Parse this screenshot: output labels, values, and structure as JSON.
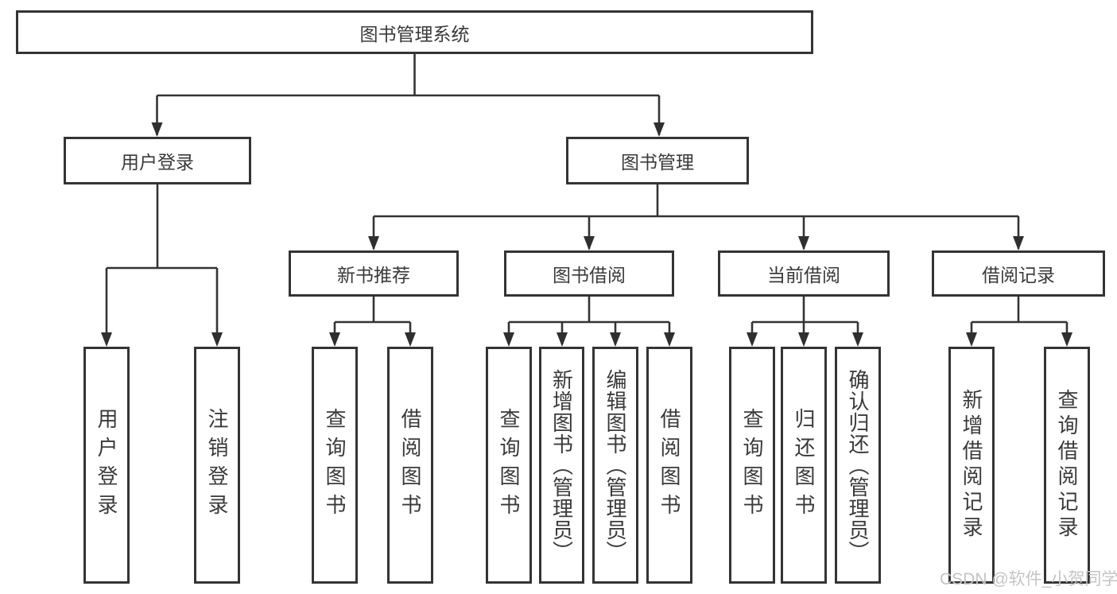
{
  "diagram_title": "图书管理系统",
  "tree": {
    "label": "图书管理系统",
    "children": [
      {
        "label": "用户登录",
        "children": [
          {
            "label": "用户登录"
          },
          {
            "label": "注销登录"
          }
        ]
      },
      {
        "label": "图书管理",
        "children": [
          {
            "label": "新书推荐",
            "children": [
              {
                "label": "查询图书"
              },
              {
                "label": "借阅图书"
              }
            ]
          },
          {
            "label": "图书借阅",
            "children": [
              {
                "label": "查询图书"
              },
              {
                "label": "新增图书（管理员）"
              },
              {
                "label": "编辑图书（管理员）"
              },
              {
                "label": "借阅图书"
              }
            ]
          },
          {
            "label": "当前借阅",
            "children": [
              {
                "label": "查询图书"
              },
              {
                "label": "归还图书"
              },
              {
                "label": "确认归还（管理员）"
              }
            ]
          },
          {
            "label": "借阅记录",
            "children": [
              {
                "label": "新增借阅记录"
              },
              {
                "label": "查询借阅记录"
              }
            ]
          }
        ]
      }
    ]
  },
  "watermark": {
    "text": "CSDN @软件_小贺同学"
  },
  "colors": {
    "line": "#343434",
    "box_border": "#343434",
    "text": "#3a3a3a",
    "background": "#ffffff",
    "watermark": "#c4c4c4"
  }
}
